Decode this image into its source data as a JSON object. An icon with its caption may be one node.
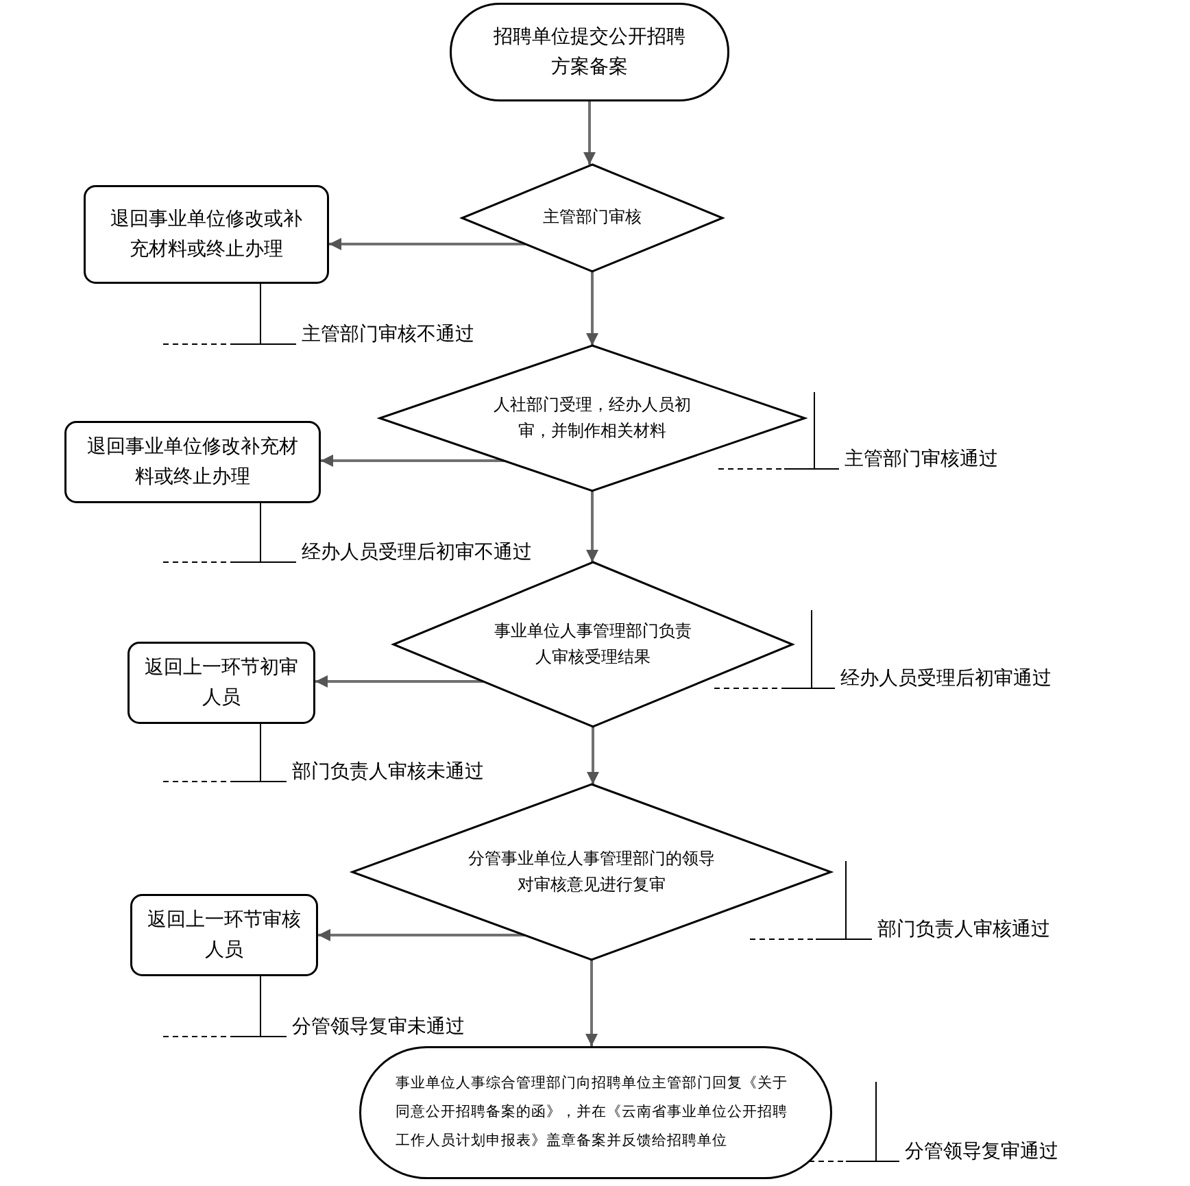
{
  "diagram": {
    "nodes": [
      {
        "text": [
          "招聘单位提交公开招聘方案备案"
        ]
      },
      {
        "text": [
          "主管部门审核"
        ]
      },
      {
        "text": [
          "退回事业单位修改或补充材料或终止办理"
        ]
      },
      {
        "text": [
          "人社部门受理，经办人员初审，并制作相关材料"
        ]
      },
      {
        "text": [
          "退回事业单位修改补充材料或终止办理"
        ]
      },
      {
        "text": [
          "事业单位人事管理部门负责人审核受理结果"
        ]
      },
      {
        "text": [
          "返回上一环节初审人员"
        ]
      },
      {
        "text": [
          "分管事业单位人事管理部门的领导对审核意见进行复审"
        ]
      },
      {
        "text": [
          "返回上一环节审核人员"
        ]
      },
      {
        "text": [
          "事业单位人事综合管理部门向招聘单位主管部门回复《关于同意公开招聘备案的函》，并在《云南省事业单位公开招聘工作人员计划申报表》盖章备案并反馈给招聘单位"
        ]
      }
    ],
    "edges": [
      {
        "from": 0,
        "to": 1,
        "arrow": "to"
      },
      {
        "from": 1,
        "to": 2,
        "arrow": "to"
      },
      {
        "from": 1,
        "to": 3,
        "arrow": "to"
      },
      {
        "from": 3,
        "to": 4,
        "arrow": "to"
      },
      {
        "from": 3,
        "to": 5,
        "arrow": "to"
      },
      {
        "from": 5,
        "to": 6,
        "arrow": "to"
      },
      {
        "from": 5,
        "to": 7,
        "arrow": "to"
      },
      {
        "from": 7,
        "to": 8,
        "arrow": "to"
      },
      {
        "from": 7,
        "to": 9,
        "arrow": "to"
      }
    ],
    "labels": [
      "主管部门审核不通过",
      "主管部门审核通过",
      "经办人员受理后初审不通过",
      "经办人员受理后初审通过",
      "部门负责人审核未通过",
      "部门负责人审核通过",
      "分管领导复审未通过",
      "分管领导复审通过"
    ]
  }
}
